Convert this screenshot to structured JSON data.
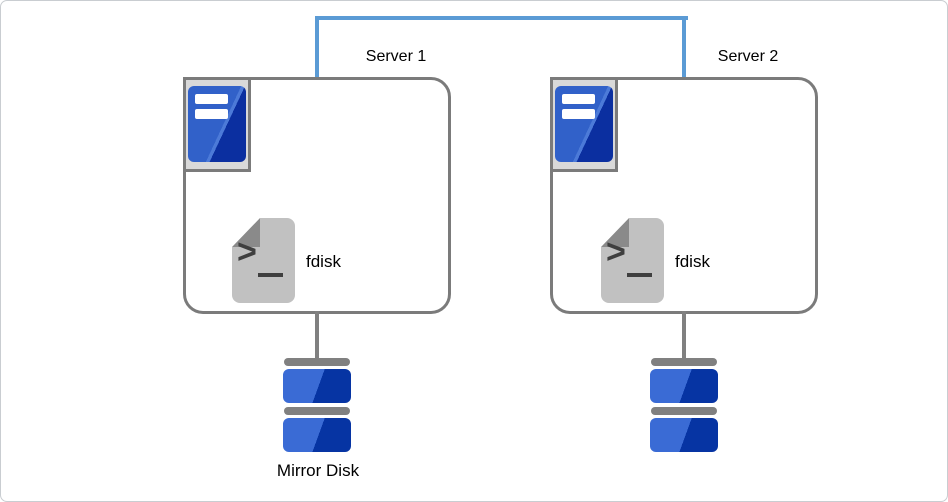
{
  "servers": [
    {
      "label": "Server 1",
      "tool": "fdisk"
    },
    {
      "label": "Server 2",
      "tool": "fdisk"
    }
  ],
  "disks": [
    {
      "label": "Mirror Disk"
    },
    {
      "label": ""
    }
  ],
  "icons": {
    "server_icon": "server-tower",
    "terminal_file_icon": "terminal-command-file",
    "disk_icon": "mirrored-disk-stack",
    "connector": "interconnect-link",
    "terminal_prompt": ">"
  },
  "colors": {
    "connector": "#5B9BD5",
    "box_border": "#7B7B7B",
    "gray_bar": "#808080",
    "icon_container_bg": "#D9D9D9",
    "server_blue_light": "#3161C9",
    "server_blue_highlight": "#4C7AD8",
    "server_blue_dark": "#0B2FA0",
    "disk_blue_light": "#3A6BD5",
    "disk_blue_dark": "#0634A3",
    "document_gray": "#C1C1C1",
    "fold_gray": "#8A8A8A",
    "prompt_dark": "#3F3F3F",
    "label_text": "#000000"
  }
}
